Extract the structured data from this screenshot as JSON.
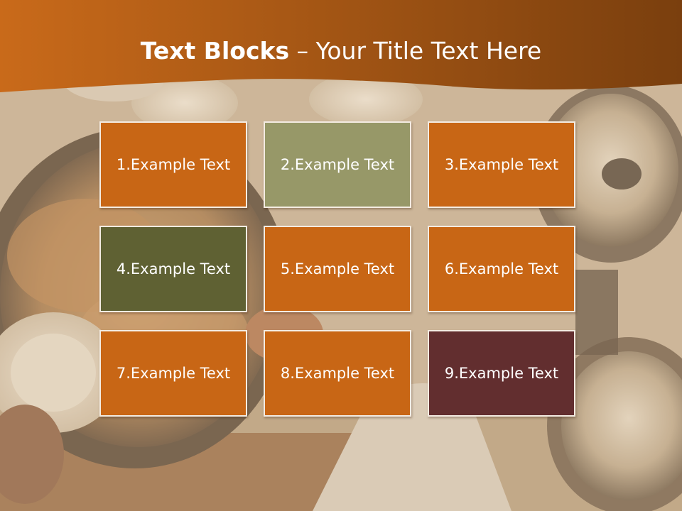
{
  "slide": {
    "title_bold": "Text Blocks",
    "title_dash": " – ",
    "title_rest": "Your Title Text Here"
  },
  "colors": {
    "band_light": "#c96a1a",
    "band_dark": "#7a3f0e",
    "orange": "#c86615",
    "olive_light": "#979868",
    "olive_dark": "#5f6133",
    "maroon": "#622e2f"
  },
  "blocks": [
    {
      "label": "1.Example Text",
      "color": "orange"
    },
    {
      "label": "2.Example Text",
      "color": "olive_light"
    },
    {
      "label": "3.Example Text",
      "color": "orange"
    },
    {
      "label": "4.Example Text",
      "color": "olive_dark"
    },
    {
      "label": "5.Example Text",
      "color": "orange"
    },
    {
      "label": "6.Example Text",
      "color": "orange"
    },
    {
      "label": "7.Example Text",
      "color": "orange"
    },
    {
      "label": "8.Example Text",
      "color": "orange"
    },
    {
      "label": "9.Example Text",
      "color": "maroon"
    }
  ]
}
